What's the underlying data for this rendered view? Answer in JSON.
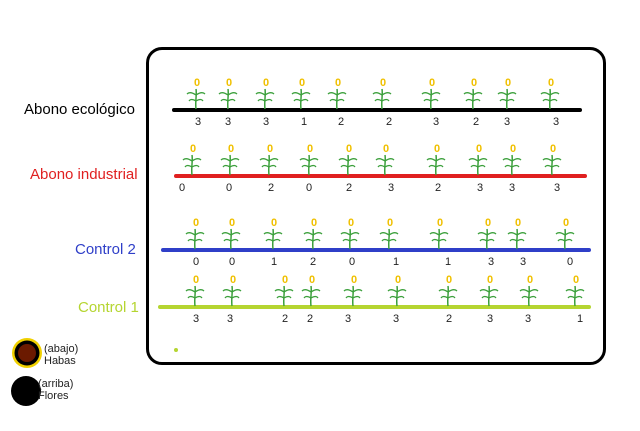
{
  "rows": [
    {
      "label": "Abono ecológico",
      "color": "#000000",
      "flowers": [
        "0",
        "0",
        "0",
        "0",
        "0",
        "0",
        "0",
        "0",
        "0",
        "0"
      ],
      "beans": [
        "3",
        "3",
        "3",
        "1",
        "2",
        "2",
        "3",
        "2",
        "3",
        "3"
      ]
    },
    {
      "label": "Abono industrial",
      "color": "#e02020",
      "flowers": [
        "0",
        "0",
        "0",
        "0",
        "0",
        "0",
        "0",
        "0",
        "0",
        "0"
      ],
      "beans": [
        "0",
        "0",
        "2",
        "0",
        "2",
        "3",
        "2",
        "3",
        "3",
        "3"
      ]
    },
    {
      "label": "Control 2",
      "color": "#2f3fc8",
      "flowers": [
        "0",
        "0",
        "0",
        "0",
        "0",
        "0",
        "0",
        "0",
        "0",
        "0"
      ],
      "beans": [
        "0",
        "0",
        "1",
        "2",
        "0",
        "1",
        "1",
        "3",
        "3",
        "0"
      ]
    },
    {
      "label": "Control 1",
      "color": "#b5d531",
      "flowers": [
        "0",
        "0",
        "0",
        "0",
        "0",
        "0",
        "0",
        "0",
        "0",
        "0"
      ],
      "beans": [
        "3",
        "3",
        "2",
        "2",
        "3",
        "3",
        "2",
        "3",
        "3",
        "1"
      ]
    }
  ],
  "legend": {
    "habas": {
      "line1": "(abajo)",
      "line2": "Habas",
      "outer_color": "#f0d000",
      "inner_color": "#6b1a00"
    },
    "flores": {
      "line1": "(arriba)",
      "line2": "Flores",
      "color": "#000000"
    }
  },
  "colors": {
    "plant": "#3ca03c",
    "flower_digit": "#f0c000",
    "bean_digit": "#222222"
  }
}
